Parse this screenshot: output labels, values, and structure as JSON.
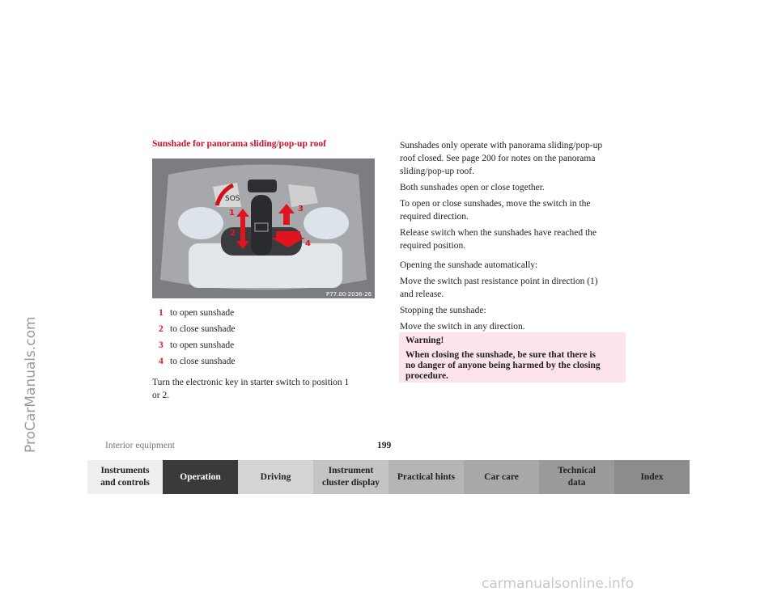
{
  "title": "Sunshade for panorama sliding/pop-up roof",
  "photo": {
    "caption": "P77.00-2036-26",
    "callouts": [
      "1",
      "2",
      "3",
      "4"
    ],
    "sos": "SOS"
  },
  "legend": [
    {
      "n": "1",
      "t": "to open sunshade"
    },
    {
      "n": "2",
      "t": "to close sunshade"
    },
    {
      "n": "3",
      "t": "to open sunshade"
    },
    {
      "n": "4",
      "t": "to close sunshade"
    }
  ],
  "left_para": [
    "Turn the electronic key in starter switch to position 1",
    "or 2."
  ],
  "right": {
    "p1": [
      "Sunshades only operate with panorama sliding/pop-up",
      "roof closed. See page 200 for notes on the panorama",
      "sliding/pop-up roof."
    ],
    "p2": "Both sunshades open or close together.",
    "p3": [
      "To open or close sunshades, move the switch in the",
      "required direction."
    ],
    "p4": [
      "Release switch when the sunshades have reached the",
      "required position."
    ],
    "p5": "Opening the sunshade automatically:",
    "p6": [
      "Move the switch past resistance point in direction (1)",
      "and release."
    ],
    "p7": "Stopping the sunshade:",
    "p8": "Move the switch in any direction."
  },
  "warning": {
    "title": "Warning!",
    "lines": [
      "When closing the sunshade, be sure that there is",
      "no danger of anyone being harmed by the closing",
      "procedure."
    ]
  },
  "footer": {
    "section": "Interior equipment",
    "page": "199"
  },
  "nav": [
    [
      "Instruments",
      "and controls"
    ],
    [
      "Operation"
    ],
    [
      "Driving"
    ],
    [
      "Instrument",
      "cluster display"
    ],
    [
      "Practical hints"
    ],
    [
      "Car care"
    ],
    [
      "Technical",
      "data"
    ],
    [
      "Index"
    ]
  ],
  "nav_colors": [
    "#efefef",
    "#3a3a3a",
    "#d4d4d4",
    "#c4c4c4",
    "#b5b5b5",
    "#a8a8a8",
    "#9a9a9a",
    "#8c8c8c"
  ],
  "watermarks": [
    "ProCarManuals.com",
    "carmanualsonline.info"
  ]
}
